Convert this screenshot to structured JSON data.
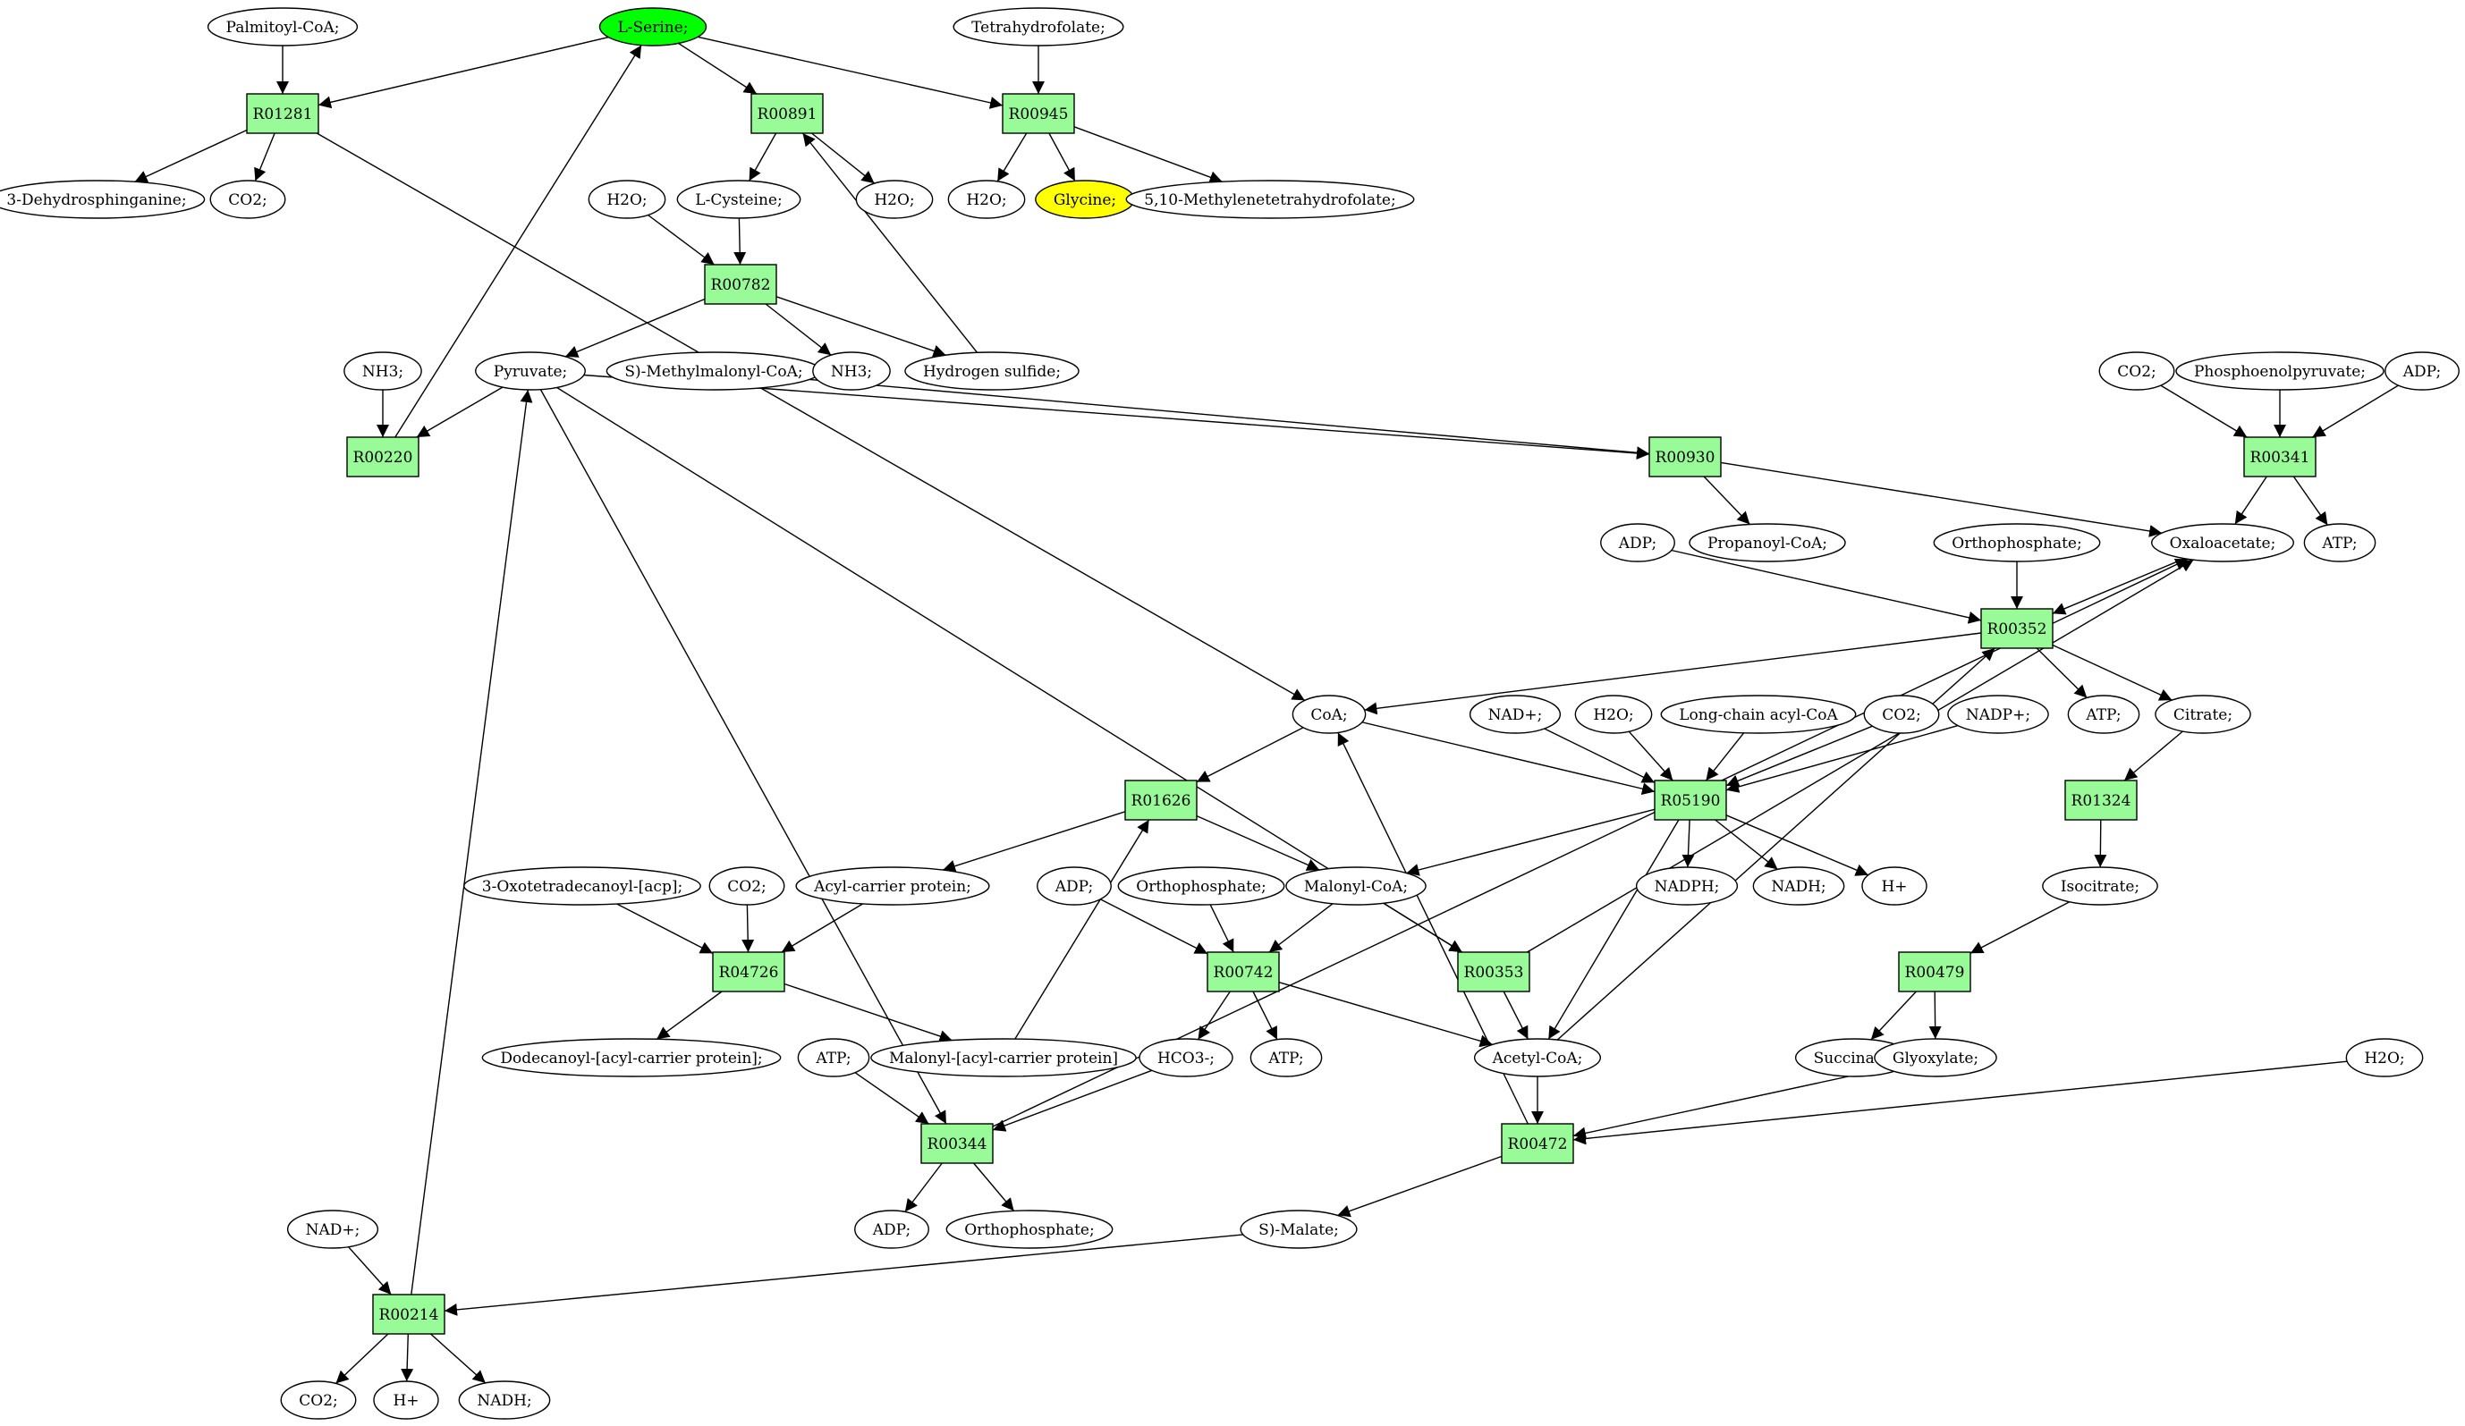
{
  "colors": {
    "reaction_fill": "#98fb98",
    "start_compound_fill": "#00ff00",
    "target_compound_fill": "#ffff00",
    "compound_fill": "#ffffff",
    "stroke": "#000000"
  },
  "nodes": [
    {
      "id": "c_palmitoyl",
      "label": "Palmitoyl-CoA;",
      "kind": "compound"
    },
    {
      "id": "c_serine",
      "label": "L-Serine;",
      "kind": "compound",
      "role": "start"
    },
    {
      "id": "c_thf",
      "label": "Tetrahydrofolate;",
      "kind": "compound"
    },
    {
      "id": "r_R01281",
      "label": "R01281",
      "kind": "reaction"
    },
    {
      "id": "r_R00891",
      "label": "R00891",
      "kind": "reaction"
    },
    {
      "id": "r_R00945",
      "label": "R00945",
      "kind": "reaction"
    },
    {
      "id": "c_3dehydro",
      "label": "3-Dehydrosphinganine;",
      "kind": "compound"
    },
    {
      "id": "c_co2_a",
      "label": "CO2;",
      "kind": "compound"
    },
    {
      "id": "c_h2o_b",
      "label": "H2O;",
      "kind": "compound"
    },
    {
      "id": "c_cysteine",
      "label": "L-Cysteine;",
      "kind": "compound"
    },
    {
      "id": "c_h2o_c",
      "label": "H2O;",
      "kind": "compound"
    },
    {
      "id": "c_h2o_d",
      "label": "H2O;",
      "kind": "compound"
    },
    {
      "id": "c_glycine",
      "label": "Glycine;",
      "kind": "compound",
      "role": "target"
    },
    {
      "id": "c_methylenethf",
      "label": "5,10-Methylenetetrahydrofolate;",
      "kind": "compound"
    },
    {
      "id": "r_R00782",
      "label": "R00782",
      "kind": "reaction"
    },
    {
      "id": "c_nh3_a",
      "label": "NH3;",
      "kind": "compound"
    },
    {
      "id": "c_pyruvate",
      "label": "Pyruvate;",
      "kind": "compound"
    },
    {
      "id": "c_smethylmalonyl",
      "label": "S)-Methylmalonyl-CoA;",
      "kind": "compound"
    },
    {
      "id": "c_nh3_b",
      "label": "NH3;",
      "kind": "compound"
    },
    {
      "id": "c_h2s",
      "label": "Hydrogen sulfide;",
      "kind": "compound"
    },
    {
      "id": "r_R00220",
      "label": "R00220",
      "kind": "reaction"
    },
    {
      "id": "c_co2_b",
      "label": "CO2;",
      "kind": "compound"
    },
    {
      "id": "c_pep",
      "label": "Phosphoenolpyruvate;",
      "kind": "compound"
    },
    {
      "id": "c_adp_a",
      "label": "ADP;",
      "kind": "compound"
    },
    {
      "id": "r_R00930",
      "label": "R00930",
      "kind": "reaction"
    },
    {
      "id": "r_R00341",
      "label": "R00341",
      "kind": "reaction"
    },
    {
      "id": "c_adp_b",
      "label": "ADP;",
      "kind": "compound"
    },
    {
      "id": "c_propanoyl",
      "label": "Propanoyl-CoA;",
      "kind": "compound"
    },
    {
      "id": "c_ortho_a",
      "label": "Orthophosphate;",
      "kind": "compound"
    },
    {
      "id": "c_oxaloacetate",
      "label": "Oxaloacetate;",
      "kind": "compound"
    },
    {
      "id": "c_atp_a",
      "label": "ATP;",
      "kind": "compound"
    },
    {
      "id": "r_R00352",
      "label": "R00352",
      "kind": "reaction"
    },
    {
      "id": "c_coa",
      "label": "CoA;",
      "kind": "compound"
    },
    {
      "id": "c_nad_a",
      "label": "NAD+;",
      "kind": "compound"
    },
    {
      "id": "c_h2o_e",
      "label": "H2O;",
      "kind": "compound"
    },
    {
      "id": "c_longchain",
      "label": "Long-chain acyl-CoA",
      "kind": "compound"
    },
    {
      "id": "c_co2_c",
      "label": "CO2;",
      "kind": "compound"
    },
    {
      "id": "c_nadp",
      "label": "NADP+;",
      "kind": "compound"
    },
    {
      "id": "c_atp_b",
      "label": "ATP;",
      "kind": "compound"
    },
    {
      "id": "c_citrate",
      "label": "Citrate;",
      "kind": "compound"
    },
    {
      "id": "r_R01626",
      "label": "R01626",
      "kind": "reaction"
    },
    {
      "id": "r_R05190",
      "label": "R05190",
      "kind": "reaction"
    },
    {
      "id": "r_R01324",
      "label": "R01324",
      "kind": "reaction"
    },
    {
      "id": "c_3oxo",
      "label": "3-Oxotetradecanoyl-[acp];",
      "kind": "compound"
    },
    {
      "id": "c_co2_d",
      "label": "CO2;",
      "kind": "compound"
    },
    {
      "id": "c_acp",
      "label": "Acyl-carrier protein;",
      "kind": "compound"
    },
    {
      "id": "c_adp_c",
      "label": "ADP;",
      "kind": "compound"
    },
    {
      "id": "c_ortho_b",
      "label": "Orthophosphate;",
      "kind": "compound"
    },
    {
      "id": "c_malonylcoa",
      "label": "Malonyl-CoA;",
      "kind": "compound"
    },
    {
      "id": "c_nadph",
      "label": "NADPH;",
      "kind": "compound"
    },
    {
      "id": "c_nadh_a",
      "label": "NADH;",
      "kind": "compound"
    },
    {
      "id": "c_hplus_a",
      "label": "H+",
      "kind": "compound"
    },
    {
      "id": "c_isocitrate",
      "label": "Isocitrate;",
      "kind": "compound"
    },
    {
      "id": "r_R04726",
      "label": "R04726",
      "kind": "reaction"
    },
    {
      "id": "r_R00742",
      "label": "R00742",
      "kind": "reaction"
    },
    {
      "id": "r_R00353",
      "label": "R00353",
      "kind": "reaction"
    },
    {
      "id": "r_R00479",
      "label": "R00479",
      "kind": "reaction"
    },
    {
      "id": "c_dodecanoyl",
      "label": "Dodecanoyl-[acyl-carrier protein];",
      "kind": "compound"
    },
    {
      "id": "c_atp_c",
      "label": "ATP;",
      "kind": "compound"
    },
    {
      "id": "c_malonylacp",
      "label": "Malonyl-[acyl-carrier protein]",
      "kind": "compound"
    },
    {
      "id": "c_hco3",
      "label": "HCO3-;",
      "kind": "compound"
    },
    {
      "id": "c_atp_d",
      "label": "ATP;",
      "kind": "compound"
    },
    {
      "id": "c_acetylcoa",
      "label": "Acetyl-CoA;",
      "kind": "compound"
    },
    {
      "id": "c_succinate",
      "label": "Succinate;",
      "kind": "compound"
    },
    {
      "id": "c_glyoxylate",
      "label": "Glyoxylate;",
      "kind": "compound"
    },
    {
      "id": "c_h2o_f",
      "label": "H2O;",
      "kind": "compound"
    },
    {
      "id": "r_R00344",
      "label": "R00344",
      "kind": "reaction"
    },
    {
      "id": "r_R00472",
      "label": "R00472",
      "kind": "reaction"
    },
    {
      "id": "c_nad_b",
      "label": "NAD+;",
      "kind": "compound"
    },
    {
      "id": "c_adp_d",
      "label": "ADP;",
      "kind": "compound"
    },
    {
      "id": "c_ortho_c",
      "label": "Orthophosphate;",
      "kind": "compound"
    },
    {
      "id": "c_smalate",
      "label": "S)-Malate;",
      "kind": "compound"
    },
    {
      "id": "r_R00214",
      "label": "R00214",
      "kind": "reaction"
    },
    {
      "id": "c_co2_e",
      "label": "CO2;",
      "kind": "compound"
    },
    {
      "id": "c_hplus_b",
      "label": "H+",
      "kind": "compound"
    },
    {
      "id": "c_nadh_b",
      "label": "NADH;",
      "kind": "compound"
    }
  ],
  "edges": [
    [
      "c_palmitoyl",
      "r_R01281"
    ],
    [
      "c_serine",
      "r_R01281"
    ],
    [
      "r_R01281",
      "c_3dehydro"
    ],
    [
      "r_R01281",
      "c_co2_a"
    ],
    [
      "r_R01281",
      "c_coa"
    ],
    [
      "c_serine",
      "r_R00891"
    ],
    [
      "r_R00891",
      "c_cysteine"
    ],
    [
      "r_R00891",
      "c_h2o_b"
    ],
    [
      "c_h2s",
      "r_R00891"
    ],
    [
      "c_serine",
      "r_R00945"
    ],
    [
      "c_thf",
      "r_R00945"
    ],
    [
      "r_R00945",
      "c_h2o_d"
    ],
    [
      "r_R00945",
      "c_glycine"
    ],
    [
      "r_R00945",
      "c_methylenethf"
    ],
    [
      "c_h2o_c",
      "r_R00782"
    ],
    [
      "c_cysteine",
      "r_R00782"
    ],
    [
      "r_R00782",
      "c_pyruvate"
    ],
    [
      "r_R00782",
      "c_nh3_b"
    ],
    [
      "r_R00782",
      "c_h2s"
    ],
    [
      "c_nh3_a",
      "r_R00220"
    ],
    [
      "c_pyruvate",
      "r_R00220"
    ],
    [
      "r_R00220",
      "c_serine"
    ],
    [
      "c_pyruvate",
      "r_R00930"
    ],
    [
      "c_smethylmalonyl",
      "r_R00930"
    ],
    [
      "r_R00930",
      "c_propanoyl"
    ],
    [
      "r_R00930",
      "c_oxaloacetate"
    ],
    [
      "c_co2_b",
      "r_R00341"
    ],
    [
      "c_pep",
      "r_R00341"
    ],
    [
      "c_adp_a",
      "r_R00341"
    ],
    [
      "r_R00341",
      "c_oxaloacetate"
    ],
    [
      "r_R00341",
      "c_atp_a"
    ],
    [
      "c_adp_b",
      "r_R00352"
    ],
    [
      "c_ortho_a",
      "r_R00352"
    ],
    [
      "c_oxaloacetate",
      "r_R00352"
    ],
    [
      "c_acetylcoa",
      "r_R00352"
    ],
    [
      "r_R00352",
      "c_coa"
    ],
    [
      "r_R00352",
      "c_atp_b"
    ],
    [
      "r_R00352",
      "c_citrate"
    ],
    [
      "c_coa",
      "r_R01626"
    ],
    [
      "c_malonylacp",
      "r_R01626"
    ],
    [
      "r_R01626",
      "c_acp"
    ],
    [
      "r_R01626",
      "c_malonylcoa"
    ],
    [
      "c_coa",
      "r_R05190"
    ],
    [
      "c_nad_a",
      "r_R05190"
    ],
    [
      "c_h2o_e",
      "r_R05190"
    ],
    [
      "c_longchain",
      "r_R05190"
    ],
    [
      "c_co2_c",
      "r_R05190"
    ],
    [
      "c_nadp",
      "r_R05190"
    ],
    [
      "r_R05190",
      "c_malonylcoa"
    ],
    [
      "r_R05190",
      "c_acetylcoa"
    ],
    [
      "r_R05190",
      "c_nadph"
    ],
    [
      "r_R05190",
      "c_nadh_a"
    ],
    [
      "r_R05190",
      "c_hplus_a"
    ],
    [
      "c_citrate",
      "r_R01324"
    ],
    [
      "r_R01324",
      "c_isocitrate"
    ],
    [
      "c_3oxo",
      "r_R04726"
    ],
    [
      "c_co2_d",
      "r_R04726"
    ],
    [
      "c_acp",
      "r_R04726"
    ],
    [
      "r_R04726",
      "c_dodecanoyl"
    ],
    [
      "r_R04726",
      "c_malonylacp"
    ],
    [
      "c_adp_c",
      "r_R00742"
    ],
    [
      "c_ortho_b",
      "r_R00742"
    ],
    [
      "c_malonylcoa",
      "r_R00742"
    ],
    [
      "r_R00742",
      "c_hco3"
    ],
    [
      "r_R00742",
      "c_atp_d"
    ],
    [
      "r_R00742",
      "c_acetylcoa"
    ],
    [
      "c_malonylcoa",
      "r_R00353"
    ],
    [
      "c_pyruvate",
      "r_R00353"
    ],
    [
      "r_R00353",
      "c_acetylcoa"
    ],
    [
      "r_R00353",
      "c_oxaloacetate"
    ],
    [
      "c_isocitrate",
      "r_R00479"
    ],
    [
      "r_R00479",
      "c_succinate"
    ],
    [
      "r_R00479",
      "c_glyoxylate"
    ],
    [
      "c_atp_c",
      "r_R00344"
    ],
    [
      "c_hco3",
      "r_R00344"
    ],
    [
      "c_pyruvate",
      "r_R00344"
    ],
    [
      "r_R00344",
      "c_adp_d"
    ],
    [
      "r_R00344",
      "c_ortho_c"
    ],
    [
      "r_R00344",
      "c_oxaloacetate"
    ],
    [
      "c_acetylcoa",
      "r_R00472"
    ],
    [
      "c_glyoxylate",
      "r_R00472"
    ],
    [
      "c_h2o_f",
      "r_R00472"
    ],
    [
      "r_R00472",
      "c_smalate"
    ],
    [
      "r_R00472",
      "c_coa"
    ],
    [
      "c_nad_b",
      "r_R00214"
    ],
    [
      "c_smalate",
      "r_R00214"
    ],
    [
      "r_R00214",
      "c_co2_e"
    ],
    [
      "r_R00214",
      "c_hplus_b"
    ],
    [
      "r_R00214",
      "c_nadh_b"
    ],
    [
      "r_R00214",
      "c_pyruvate"
    ]
  ]
}
